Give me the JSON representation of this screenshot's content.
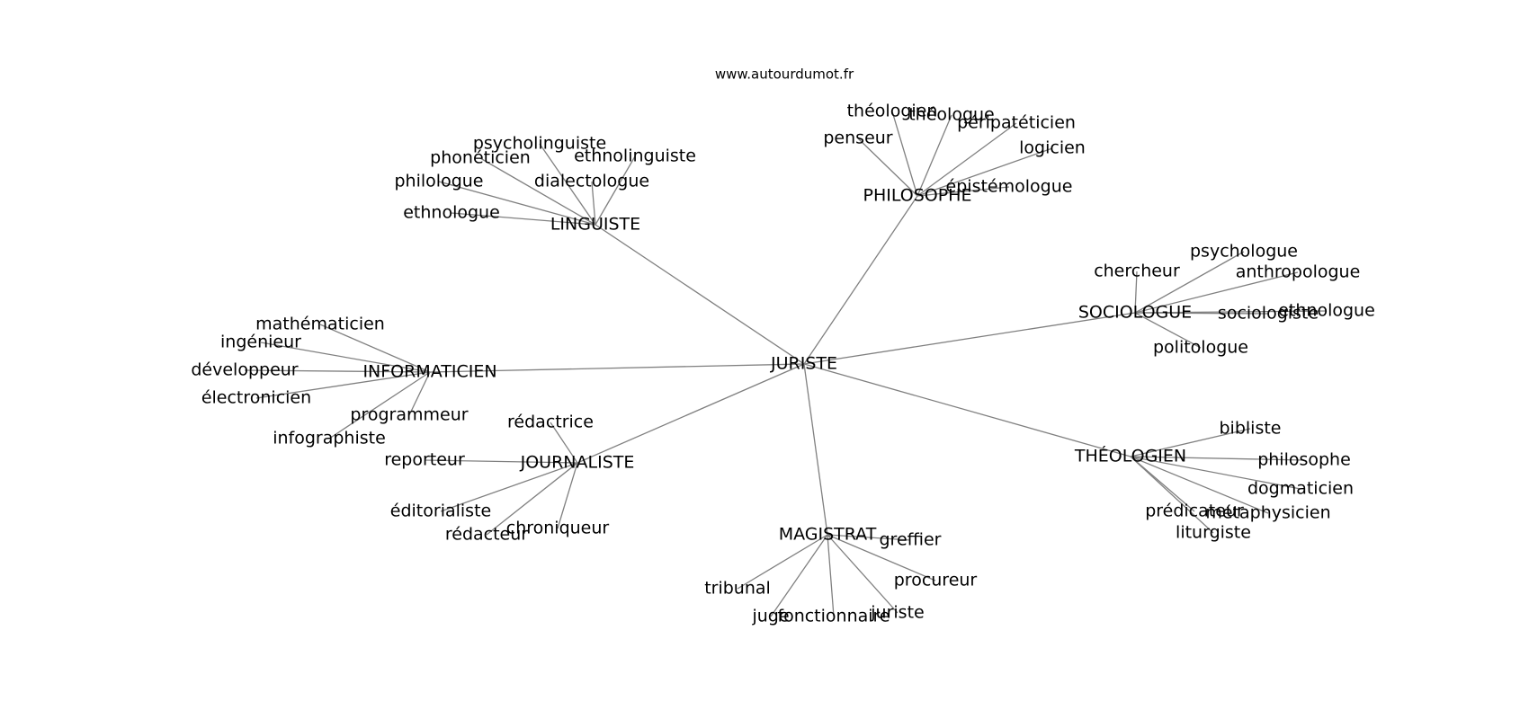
{
  "site": "www.autourdumot.fr",
  "center": "JURISTE",
  "groups": [
    {
      "hub": "LINGUISTE",
      "leaves": [
        "psycholinguiste",
        "phonéticien",
        "ethnolinguiste",
        "philologue",
        "dialectologue",
        "ethnologue"
      ]
    },
    {
      "hub": "PHILOSOPHE",
      "leaves": [
        "théologien",
        "théologue",
        "péripatéticien",
        "penseur",
        "logicien",
        "épistémologue"
      ]
    },
    {
      "hub": "SOCIOLOGUE",
      "leaves": [
        "psychologue",
        "chercheur",
        "anthropologue",
        "ethnologue",
        "sociologiste",
        "politologue"
      ]
    },
    {
      "hub": "INFORMATICIEN",
      "leaves": [
        "mathématicien",
        "ingénieur",
        "développeur",
        "électronicien",
        "programmeur",
        "infographiste"
      ]
    },
    {
      "hub": "JOURNALISTE",
      "leaves": [
        "rédactrice",
        "reporteur",
        "éditorialiste",
        "rédacteur",
        "chroniqueur"
      ]
    },
    {
      "hub": "THÉOLOGIEN",
      "leaves": [
        "bibliste",
        "philosophe",
        "dogmaticien",
        "prédicateur",
        "métaphysicien",
        "liturgiste"
      ]
    },
    {
      "hub": "MAGISTRAT",
      "leaves": [
        "greffier",
        "procureur",
        "tribunal",
        "juge",
        "fonctionnaire",
        "juriste"
      ]
    }
  ]
}
